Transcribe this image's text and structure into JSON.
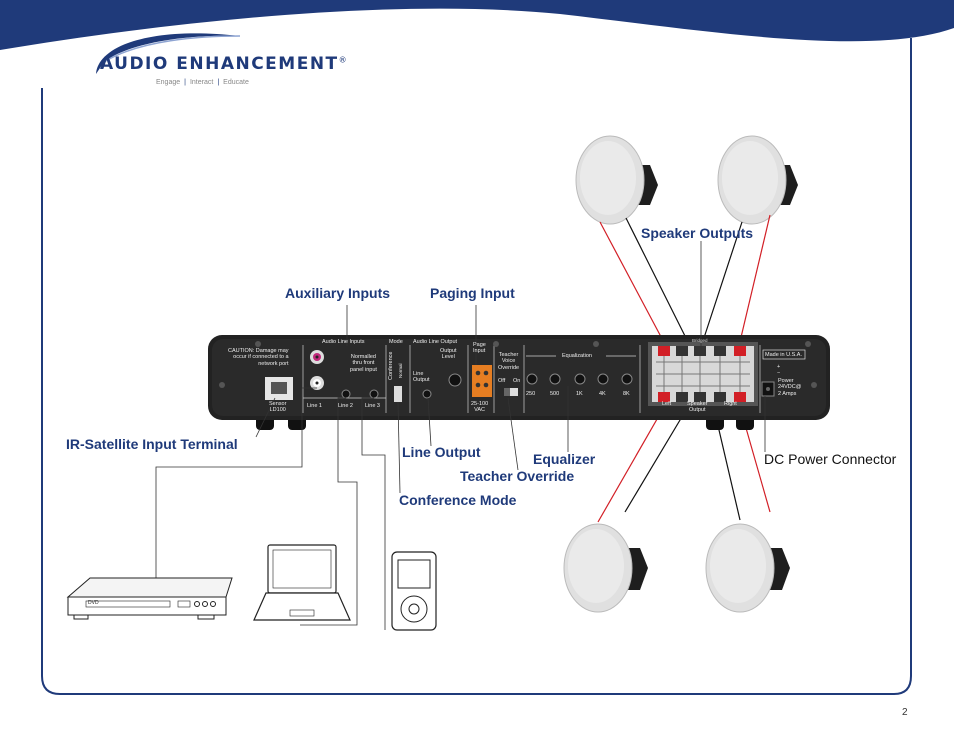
{
  "brand": {
    "name": "AUDIO ENHANCEMENT",
    "registered": "®",
    "tagline": [
      "Engage",
      "Interact",
      "Educate"
    ],
    "colors": {
      "navy": "#1f3a7a",
      "frame": "#1f3a7a",
      "wire_red": "#d21f26"
    }
  },
  "callouts": {
    "speaker_outputs": "Speaker Outputs",
    "auxiliary_inputs": "Auxiliary Inputs",
    "paging_input": "Paging Input",
    "ir_satellite": "IR-Satellite Input Terminal",
    "line_output": "Line Output",
    "equalizer": "Equalizer",
    "teacher_override": "Teacher Override",
    "conference_mode": "Conference Mode",
    "dc_power": "DC Power Connector"
  },
  "panel": {
    "audio_line_inputs": "Audio Line Inputs",
    "mode": "Mode",
    "audio_line_output": "Audio Line Output",
    "page_input": "Page\nInput",
    "caution": "CAUTION: Damage may\noccur if connected to a\nnetwork port",
    "normalled": "Normalled\nthru front\npanel input",
    "conference": "Conference",
    "normal": "Normal",
    "output_level": "Output\nLevel",
    "line_output": "Line\nOutput",
    "teacher_voice": "Teacher\nVoice\nOverride",
    "off": "Off",
    "on": "On",
    "equalization": "Equalization",
    "eq_bands": [
      "250",
      "500",
      "1K",
      "4K",
      "8K"
    ],
    "vac": "25-100\nVAC",
    "sensor": "Sensor\nLD100",
    "line1": "Line 1",
    "line2": "Line 2",
    "line3": "Line 3",
    "bridged": "Bridged",
    "left": "Left",
    "speaker_output": "Speaker\nOutput",
    "right": "Right",
    "made_in": "Made in U.S.A.",
    "power": "Power\n24VDC@\n2 Amps",
    "plus": "+",
    "minus": "−"
  },
  "devices": {
    "dvd_label": "DVD"
  },
  "page_number": "2"
}
